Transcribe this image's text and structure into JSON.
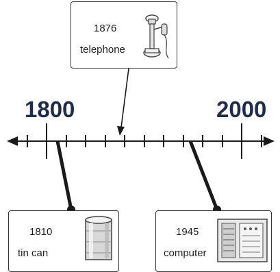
{
  "timeline": {
    "start_year": "1800",
    "end_year": "2000",
    "colors": {
      "ink": "#1a1a1a",
      "year_text": "#1e2d4d"
    }
  },
  "events": [
    {
      "year": "1876",
      "name": "telephone",
      "icon": "telephone-icon"
    },
    {
      "year": "1810",
      "name": "tin can",
      "icon": "tin-can-icon"
    },
    {
      "year": "1945",
      "name": "computer",
      "icon": "computer-icon"
    }
  ]
}
